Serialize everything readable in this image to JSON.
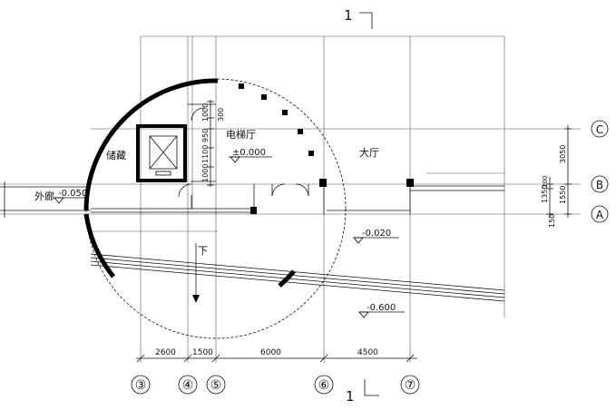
{
  "section_marks": {
    "top": "1",
    "bottom": "1"
  },
  "axes_bottom": [
    "③",
    "④",
    "⑤",
    "⑥",
    "⑦"
  ],
  "axes_right": [
    "C",
    "B",
    "A"
  ],
  "dims_bottom": [
    "2600",
    "1500",
    "6000",
    "4500"
  ],
  "dims_right": [
    "3050",
    "1350",
    "200",
    "1550",
    "150"
  ],
  "dims_core": [
    "300",
    "1000",
    "950",
    "1100",
    "1000"
  ],
  "rooms": {
    "storage": "储藏",
    "elevator_hall": "电梯厅",
    "hall": "大厅",
    "corridor": "外廊"
  },
  "elevations": {
    "elevator_hall": "±0.000",
    "corridor": "-0.050",
    "hall": "-0.020",
    "ramp": "-0.600"
  },
  "stair_down": "下"
}
